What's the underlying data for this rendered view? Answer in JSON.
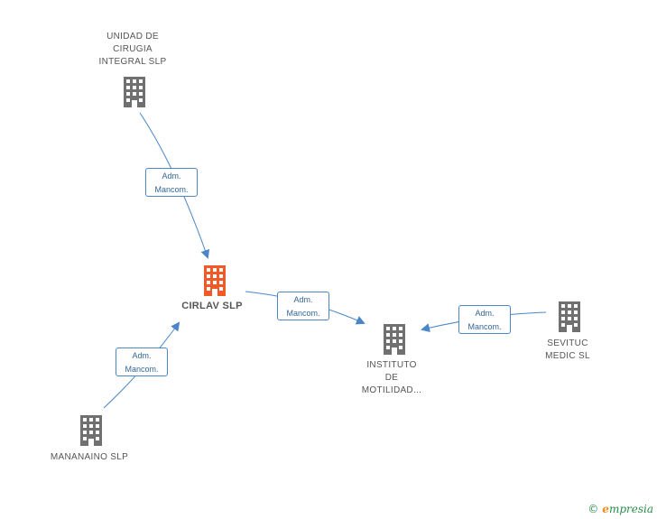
{
  "nodes": {
    "unidad": {
      "label": "UNIDAD DE\nCIRUGIA\nINTEGRAL  SLP"
    },
    "cirlav": {
      "label": "CIRLAV SLP"
    },
    "instituto": {
      "label": "INSTITUTO\nDE\nMOTILIDAD..."
    },
    "sevituc": {
      "label": "SEVITUC\nMEDIC SL"
    },
    "mananaino": {
      "label": "MANANAINO  SLP"
    }
  },
  "edges": {
    "e1": {
      "line1": "Adm.",
      "line2": "Mancom."
    },
    "e2": {
      "line1": "Adm.",
      "line2": "Mancom."
    },
    "e3": {
      "line1": "Adm.",
      "line2": "Mancom."
    },
    "e4": {
      "line1": "Adm.",
      "line2": "Mancom."
    }
  },
  "colors": {
    "main_node": "#f05a28",
    "node": "#707070",
    "edge": "#4a86c8"
  },
  "footer": {
    "copyright": "©",
    "brand_e": "e",
    "brand_rest": "mpresia"
  }
}
